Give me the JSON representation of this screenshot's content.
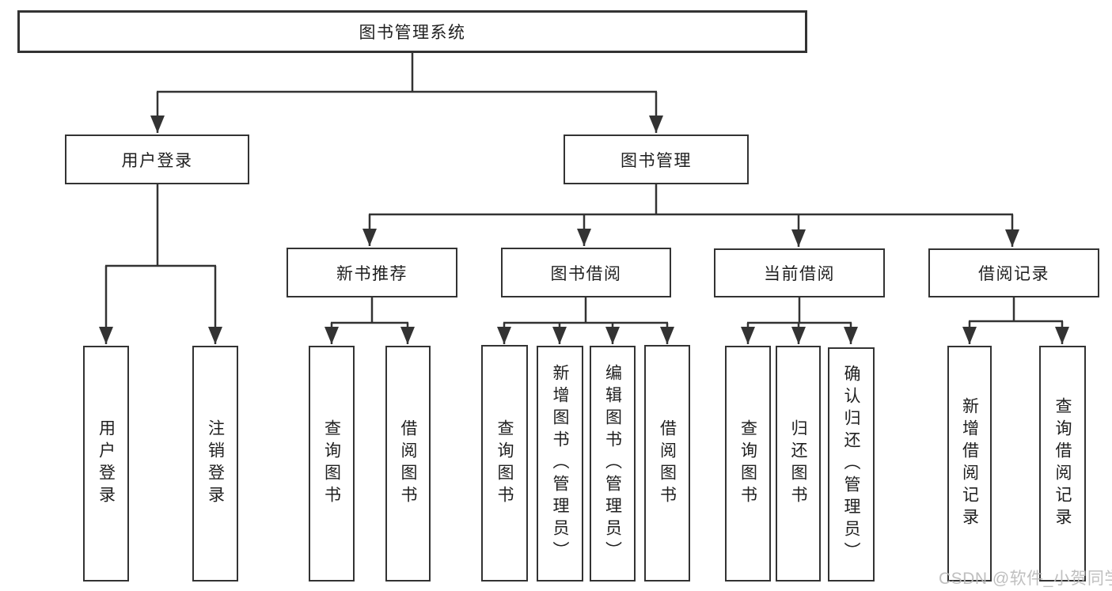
{
  "diagram": {
    "type": "tree",
    "root": {
      "label": "图书管理系统",
      "children": [
        {
          "label": "用户登录",
          "children": [
            {
              "label": "用户登录"
            },
            {
              "label": "注销登录"
            }
          ]
        },
        {
          "label": "图书管理",
          "children": [
            {
              "label": "新书推荐",
              "children": [
                {
                  "label": "查询图书"
                },
                {
                  "label": "借阅图书"
                }
              ]
            },
            {
              "label": "图书借阅",
              "children": [
                {
                  "label": "查询图书"
                },
                {
                  "label": "新增图书（管理员）"
                },
                {
                  "label": "编辑图书（管理员）"
                },
                {
                  "label": "借阅图书"
                }
              ]
            },
            {
              "label": "当前借阅",
              "children": [
                {
                  "label": "查询图书"
                },
                {
                  "label": "归还图书"
                },
                {
                  "label": "确认归还（管理员）"
                }
              ]
            },
            {
              "label": "借阅记录",
              "children": [
                {
                  "label": "新增借阅记录"
                },
                {
                  "label": "查询借阅记录"
                }
              ]
            }
          ]
        }
      ]
    }
  },
  "watermark": {
    "text": "CSDN @软件_小贺同学",
    "color": "#bababa"
  },
  "colors": {
    "line": "#333333",
    "box_border": "#333333",
    "text": "#1f1f1f",
    "background": "#ffffff"
  }
}
